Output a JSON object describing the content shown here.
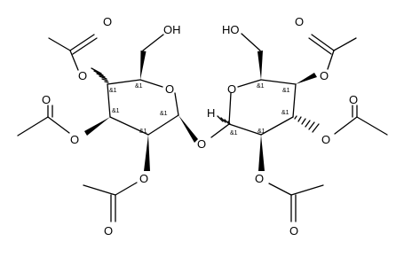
{
  "molecule": {
    "atoms": [
      {
        "key": "o_ring_left",
        "label": "O"
      },
      {
        "key": "o_ring_right",
        "label": "O"
      },
      {
        "key": "o_bridge",
        "label": "O"
      },
      {
        "key": "oh_left",
        "label": "OH"
      },
      {
        "key": "oh_right",
        "label": "HO"
      },
      {
        "key": "h_anomeric",
        "label": "H"
      },
      {
        "key": "o_ac_l4",
        "label": "O"
      },
      {
        "key": "o_carbonyl_l4",
        "label": "O"
      },
      {
        "key": "o_ac_l3",
        "label": "O"
      },
      {
        "key": "o_carbonyl_l3",
        "label": "O"
      },
      {
        "key": "o_ac_l2",
        "label": "O"
      },
      {
        "key": "o_carbonyl_l2",
        "label": "O"
      },
      {
        "key": "o_ac_r4",
        "label": "O"
      },
      {
        "key": "o_carbonyl_r4",
        "label": "O"
      },
      {
        "key": "o_ac_r3",
        "label": "O"
      },
      {
        "key": "o_carbonyl_r3",
        "label": "O"
      },
      {
        "key": "o_ac_r2",
        "label": "O"
      },
      {
        "key": "o_carbonyl_r2",
        "label": "O"
      }
    ],
    "stereo_label": "&1",
    "stereo_centers": [
      "left_c5",
      "left_c4",
      "left_c3",
      "left_c2",
      "left_c1",
      "right_c1",
      "right_c2",
      "right_c3",
      "right_c4",
      "right_c5"
    ]
  }
}
